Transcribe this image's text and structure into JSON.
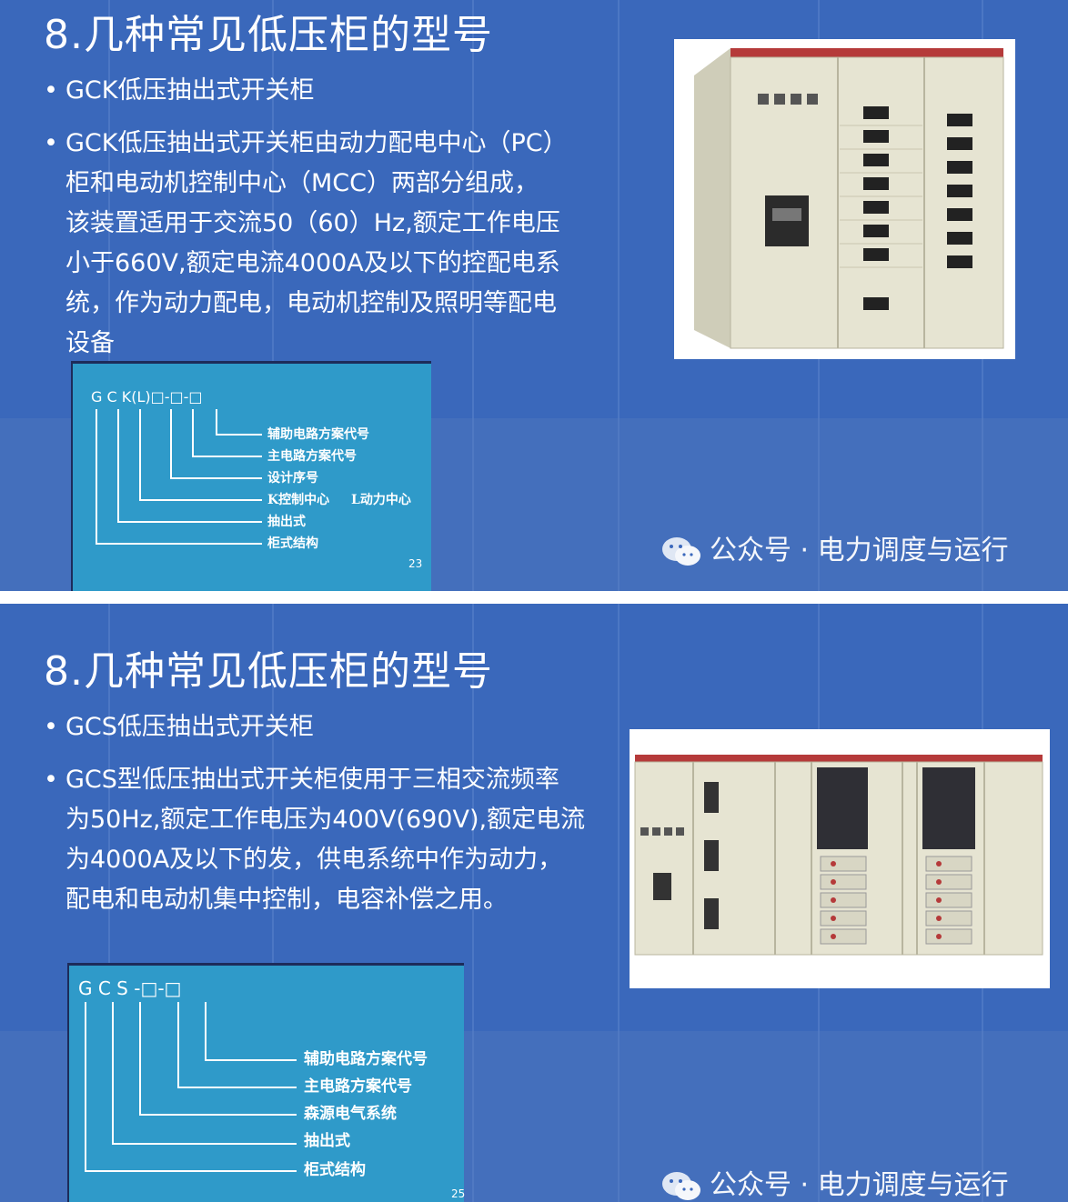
{
  "slides": [
    {
      "title": "8.几种常见低压柜的型号",
      "bullets": [
        {
          "symbol": "•",
          "text": "GCK低压抽出式开关柜"
        },
        {
          "symbol": "•",
          "text": "GCK低压抽出式开关柜由动力配电中心（PC）\n柜和电动机控制中心（MCC）两部分组成，\n该装置适用于交流50（60）Hz,额定工作电压\n小于660V,额定电流4000A及以下的控配电系\n统，作为动力配电，电动机控制及照明等配电\n设备"
        }
      ],
      "diagram": {
        "code": "G C K(L)□-□-□",
        "labels": [
          "辅助电路方案代号",
          "主电路方案代号",
          "设计序号",
          "K控制中心",
          "L动力中心",
          "抽出式",
          "柜式结构"
        ],
        "page_number": "23"
      },
      "watermark": "公众号 · 电力调度与运行"
    },
    {
      "title": "8.几种常见低压柜的型号",
      "bullets": [
        {
          "symbol": "•",
          "text": "GCS低压抽出式开关柜"
        },
        {
          "symbol": "•",
          "text": "GCS型低压抽出式开关柜使用于三相交流频率\n为50Hz,额定工作电压为400V(690V),额定电流\n为4000A及以下的发，供电系统中作为动力，\n配电和电动机集中控制，电容补偿之用。"
        }
      ],
      "diagram": {
        "code": "G C S -□-□",
        "labels": [
          "辅助电路方案代号",
          "主电路方案代号",
          "森源电气系统",
          "抽出式",
          "柜式结构"
        ],
        "page_number": "25"
      },
      "watermark": "公众号 · 电力调度与运行"
    }
  ],
  "colors": {
    "slide_bg": "#3b68bd",
    "diagram_bg": "#2f9ac9",
    "cabinet_body": "#e6e4d2",
    "cabinet_top_red": "#b53a3a"
  },
  "icons": [
    "wechat-icon"
  ]
}
